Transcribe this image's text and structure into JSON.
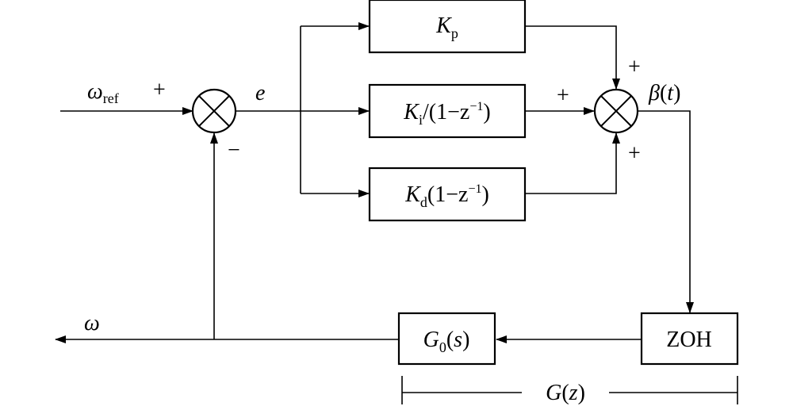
{
  "diagram": {
    "blocks": {
      "kp": {
        "main": "K",
        "sub": "p"
      },
      "ki": {
        "main": "K",
        "sub": "i",
        "rest": "/(1−z",
        "sup": "−1",
        "close": ")"
      },
      "kd": {
        "main": "K",
        "sub": "d",
        "rest": "(1−z",
        "sup": "−1",
        "close": ")"
      },
      "zoh": {
        "label": "ZOH"
      },
      "g0": {
        "main": "G",
        "sub": "0",
        "open": "(",
        "var": "s",
        "close": ")"
      }
    },
    "signals": {
      "omega_ref": {
        "main": "ω",
        "sub": "ref"
      },
      "e": "e",
      "beta": {
        "main": "β",
        "open": "(",
        "var": "t",
        "close": ")"
      },
      "omega": "ω"
    },
    "signs": {
      "sum1_ref": "+",
      "sum1_feedback": "−",
      "sum2_p": "+",
      "sum2_i": "+",
      "sum2_d": "+"
    },
    "bracket": {
      "main": "G",
      "open": "(",
      "var": "z",
      "close": ")"
    }
  }
}
